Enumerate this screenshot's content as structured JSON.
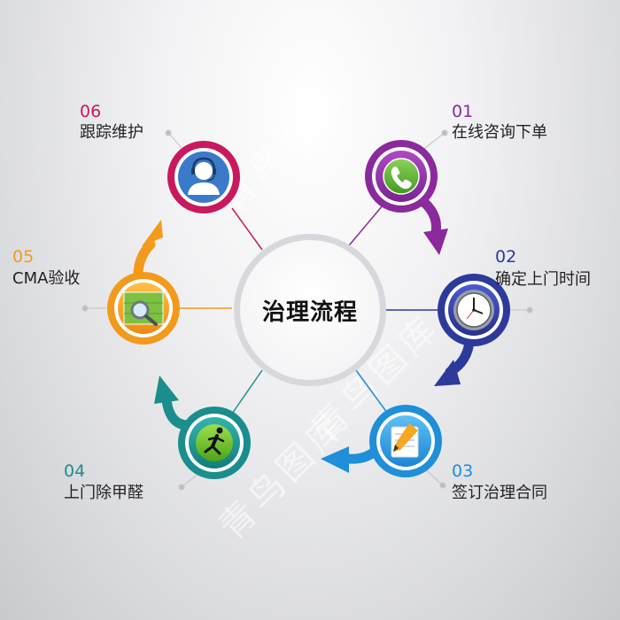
{
  "center": {
    "title": "治理流程"
  },
  "steps": [
    {
      "num": "01",
      "label": "在线咨询下单",
      "color": "#8a2a9c",
      "icon": "phone-icon"
    },
    {
      "num": "02",
      "label": "确定上门时间",
      "color": "#2c3a9a",
      "icon": "clock-icon"
    },
    {
      "num": "03",
      "label": "签订治理合同",
      "color": "#1e8fd8",
      "icon": "pencil-icon"
    },
    {
      "num": "04",
      "label": "上门除甲醛",
      "color": "#1a8e8c",
      "icon": "running-person-icon"
    },
    {
      "num": "05",
      "label": "CMA验收",
      "color": "#f39a1c",
      "icon": "magnifier-icon"
    },
    {
      "num": "06",
      "label": "跟踪维护",
      "color": "#c8195f",
      "icon": "customer-service-icon"
    }
  ],
  "watermark": {
    "text": "青鸟图库"
  }
}
